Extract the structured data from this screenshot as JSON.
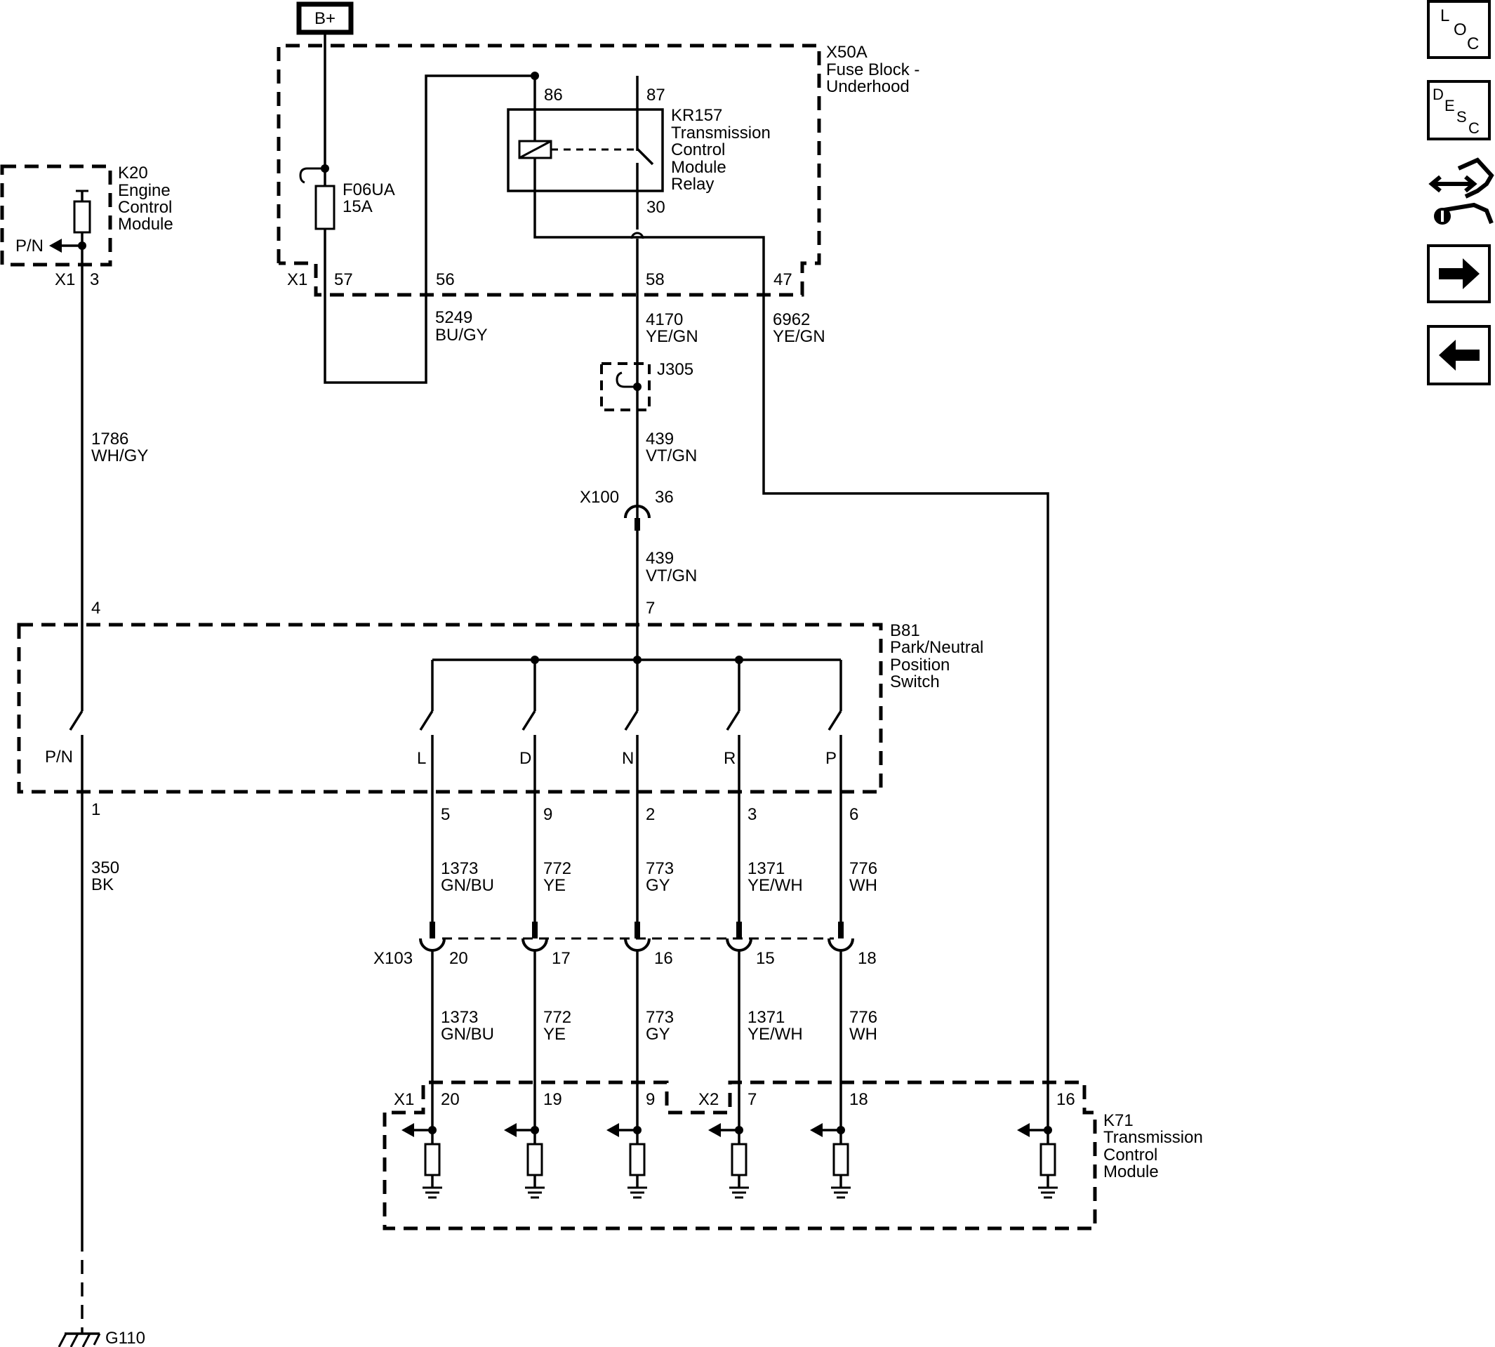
{
  "supply": {
    "label": "B+"
  },
  "fuse_block": {
    "id": "X50A",
    "name_line1": "Fuse Block -",
    "name_line2": "Underhood",
    "connector": "X1",
    "pins": [
      "57",
      "56",
      "58",
      "47"
    ]
  },
  "fuse": {
    "id": "F06UA",
    "rating": "15A"
  },
  "relay": {
    "id": "KR157",
    "name_lines": [
      "Transmission",
      "Control",
      "Module",
      "Relay"
    ],
    "pins": {
      "coil_high": "86",
      "contact_in": "87",
      "contact_out": "30"
    }
  },
  "ecm": {
    "id": "K20",
    "name_lines": [
      "Engine",
      "Control",
      "Module"
    ],
    "input_label": "P/N",
    "connector": "X1",
    "pin": "3"
  },
  "wires": {
    "w5249": {
      "circuit": "5249",
      "color": "BU/GY"
    },
    "w4170": {
      "circuit": "4170",
      "color": "YE/GN"
    },
    "w6962": {
      "circuit": "6962",
      "color": "YE/GN"
    },
    "w1786": {
      "circuit": "1786",
      "color": "WH/GY"
    },
    "w439a": {
      "circuit": "439",
      "color": "VT/GN"
    },
    "w439b": {
      "circuit": "439",
      "color": "VT/GN"
    },
    "w350": {
      "circuit": "350",
      "color": "BK"
    }
  },
  "splice": {
    "id": "J305"
  },
  "inline_x100": {
    "id": "X100",
    "pin": "36"
  },
  "switch": {
    "id": "B81",
    "name_lines": [
      "Park/Neutral",
      "Position",
      "Switch"
    ],
    "pn_top_pin": "4",
    "pn_bottom_pin": "1",
    "pn_label": "P/N",
    "feed_pin": "7",
    "positions": [
      {
        "label": "L",
        "pin": "5",
        "circuit": "1373",
        "color": "GN/BU",
        "x103_pin": "20",
        "tcm_pin": "20"
      },
      {
        "label": "D",
        "pin": "9",
        "circuit": "772",
        "color": "YE",
        "x103_pin": "17",
        "tcm_pin": "19"
      },
      {
        "label": "N",
        "pin": "2",
        "circuit": "773",
        "color": "GY",
        "x103_pin": "16",
        "tcm_pin": "9"
      },
      {
        "label": "R",
        "pin": "3",
        "circuit": "1371",
        "color": "YE/WH",
        "x103_pin": "15",
        "tcm_pin": "7"
      },
      {
        "label": "P",
        "pin": "6",
        "circuit": "776",
        "color": "WH",
        "x103_pin": "18",
        "tcm_pin": "18"
      }
    ]
  },
  "inline_x103": {
    "id": "X103"
  },
  "tcm": {
    "id": "K71",
    "name_lines": [
      "Transmission",
      "Control",
      "Module"
    ],
    "connector_x1": "X1",
    "connector_x2": "X2",
    "relay_pin": "16"
  },
  "ground": {
    "id": "G110"
  },
  "nav": {
    "loc": [
      "L",
      "O",
      "C"
    ],
    "desc": [
      "D",
      "E",
      "S",
      "C"
    ]
  }
}
